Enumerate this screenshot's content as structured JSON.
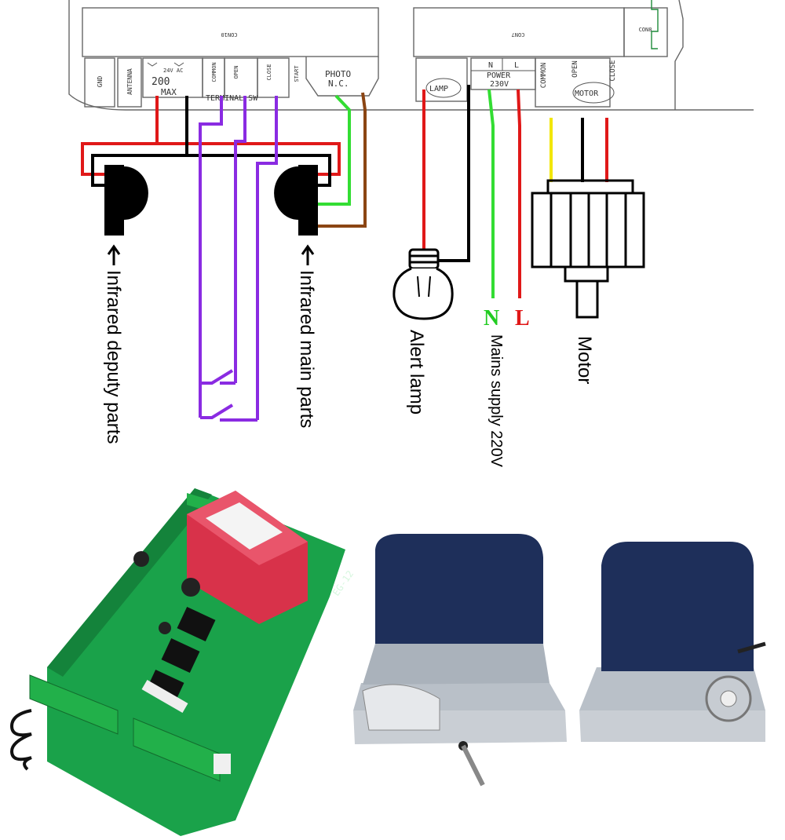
{
  "board": {
    "gnd": "GND",
    "antenna": "ANTENNA",
    "acv": "24V AC",
    "max_current": "200",
    "max_word": "MAX",
    "common": "COMMON",
    "open": "OPEN",
    "close": "CLOSE",
    "terminal_sw": "TERMINAL SW",
    "start": "START",
    "photo": "PHOTO",
    "photo_nc": "N.C.",
    "conn_left": "CON10",
    "conn_right": "CON7",
    "conn_far": "CON8",
    "lamp": "LAMP",
    "n": "N",
    "l": "L",
    "power": "POWER",
    "v230": "230V",
    "m_common": "COMMON",
    "m_open": "OPEN",
    "m_close": "CLOSE",
    "motor": "MOTOR"
  },
  "labels": {
    "ir_deputy": "Infrared deputy parts",
    "ir_main": "Infrared main parts",
    "alert_lamp": "Alert lamp",
    "mains": "Mains supply 220V",
    "motor": "Motor",
    "mains_n": "N",
    "mains_l": "L"
  },
  "photo": {
    "pcb_model": "EG-12"
  },
  "colors": {
    "red": "#e01818",
    "black": "#000000",
    "purple": "#8a2be2",
    "green": "#33dd33",
    "brown": "#8b4513",
    "yellow": "#f2e600",
    "board_line": "#555555",
    "terminal_green": "#1e8c3a",
    "pcb_green": "#1aa24a",
    "transformer_red": "#d8324a",
    "motor_blue": "#1e2f5a",
    "motor_silver": "#b9c0c8"
  }
}
